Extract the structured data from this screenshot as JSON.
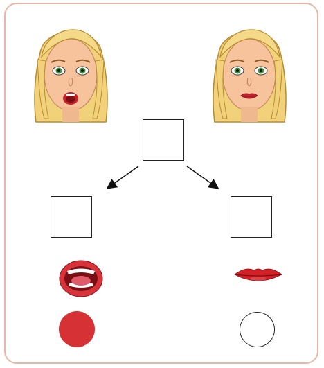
{
  "colors": {
    "frame_border": "#e9b7a4",
    "hair": "#f1d27a",
    "skin": "#f6c39c",
    "lips": "#c8202a",
    "filled_circle": "#d63236",
    "empty_circle_border": "#222222"
  },
  "left_column": {
    "face_state": "open-mouth",
    "mouth_icon": "open-mouth-icon",
    "circle": "filled"
  },
  "right_column": {
    "face_state": "closed-mouth",
    "mouth_icon": "closed-lips-icon",
    "circle": "empty"
  },
  "answer_boxes": {
    "top": "",
    "left": "",
    "right": ""
  }
}
